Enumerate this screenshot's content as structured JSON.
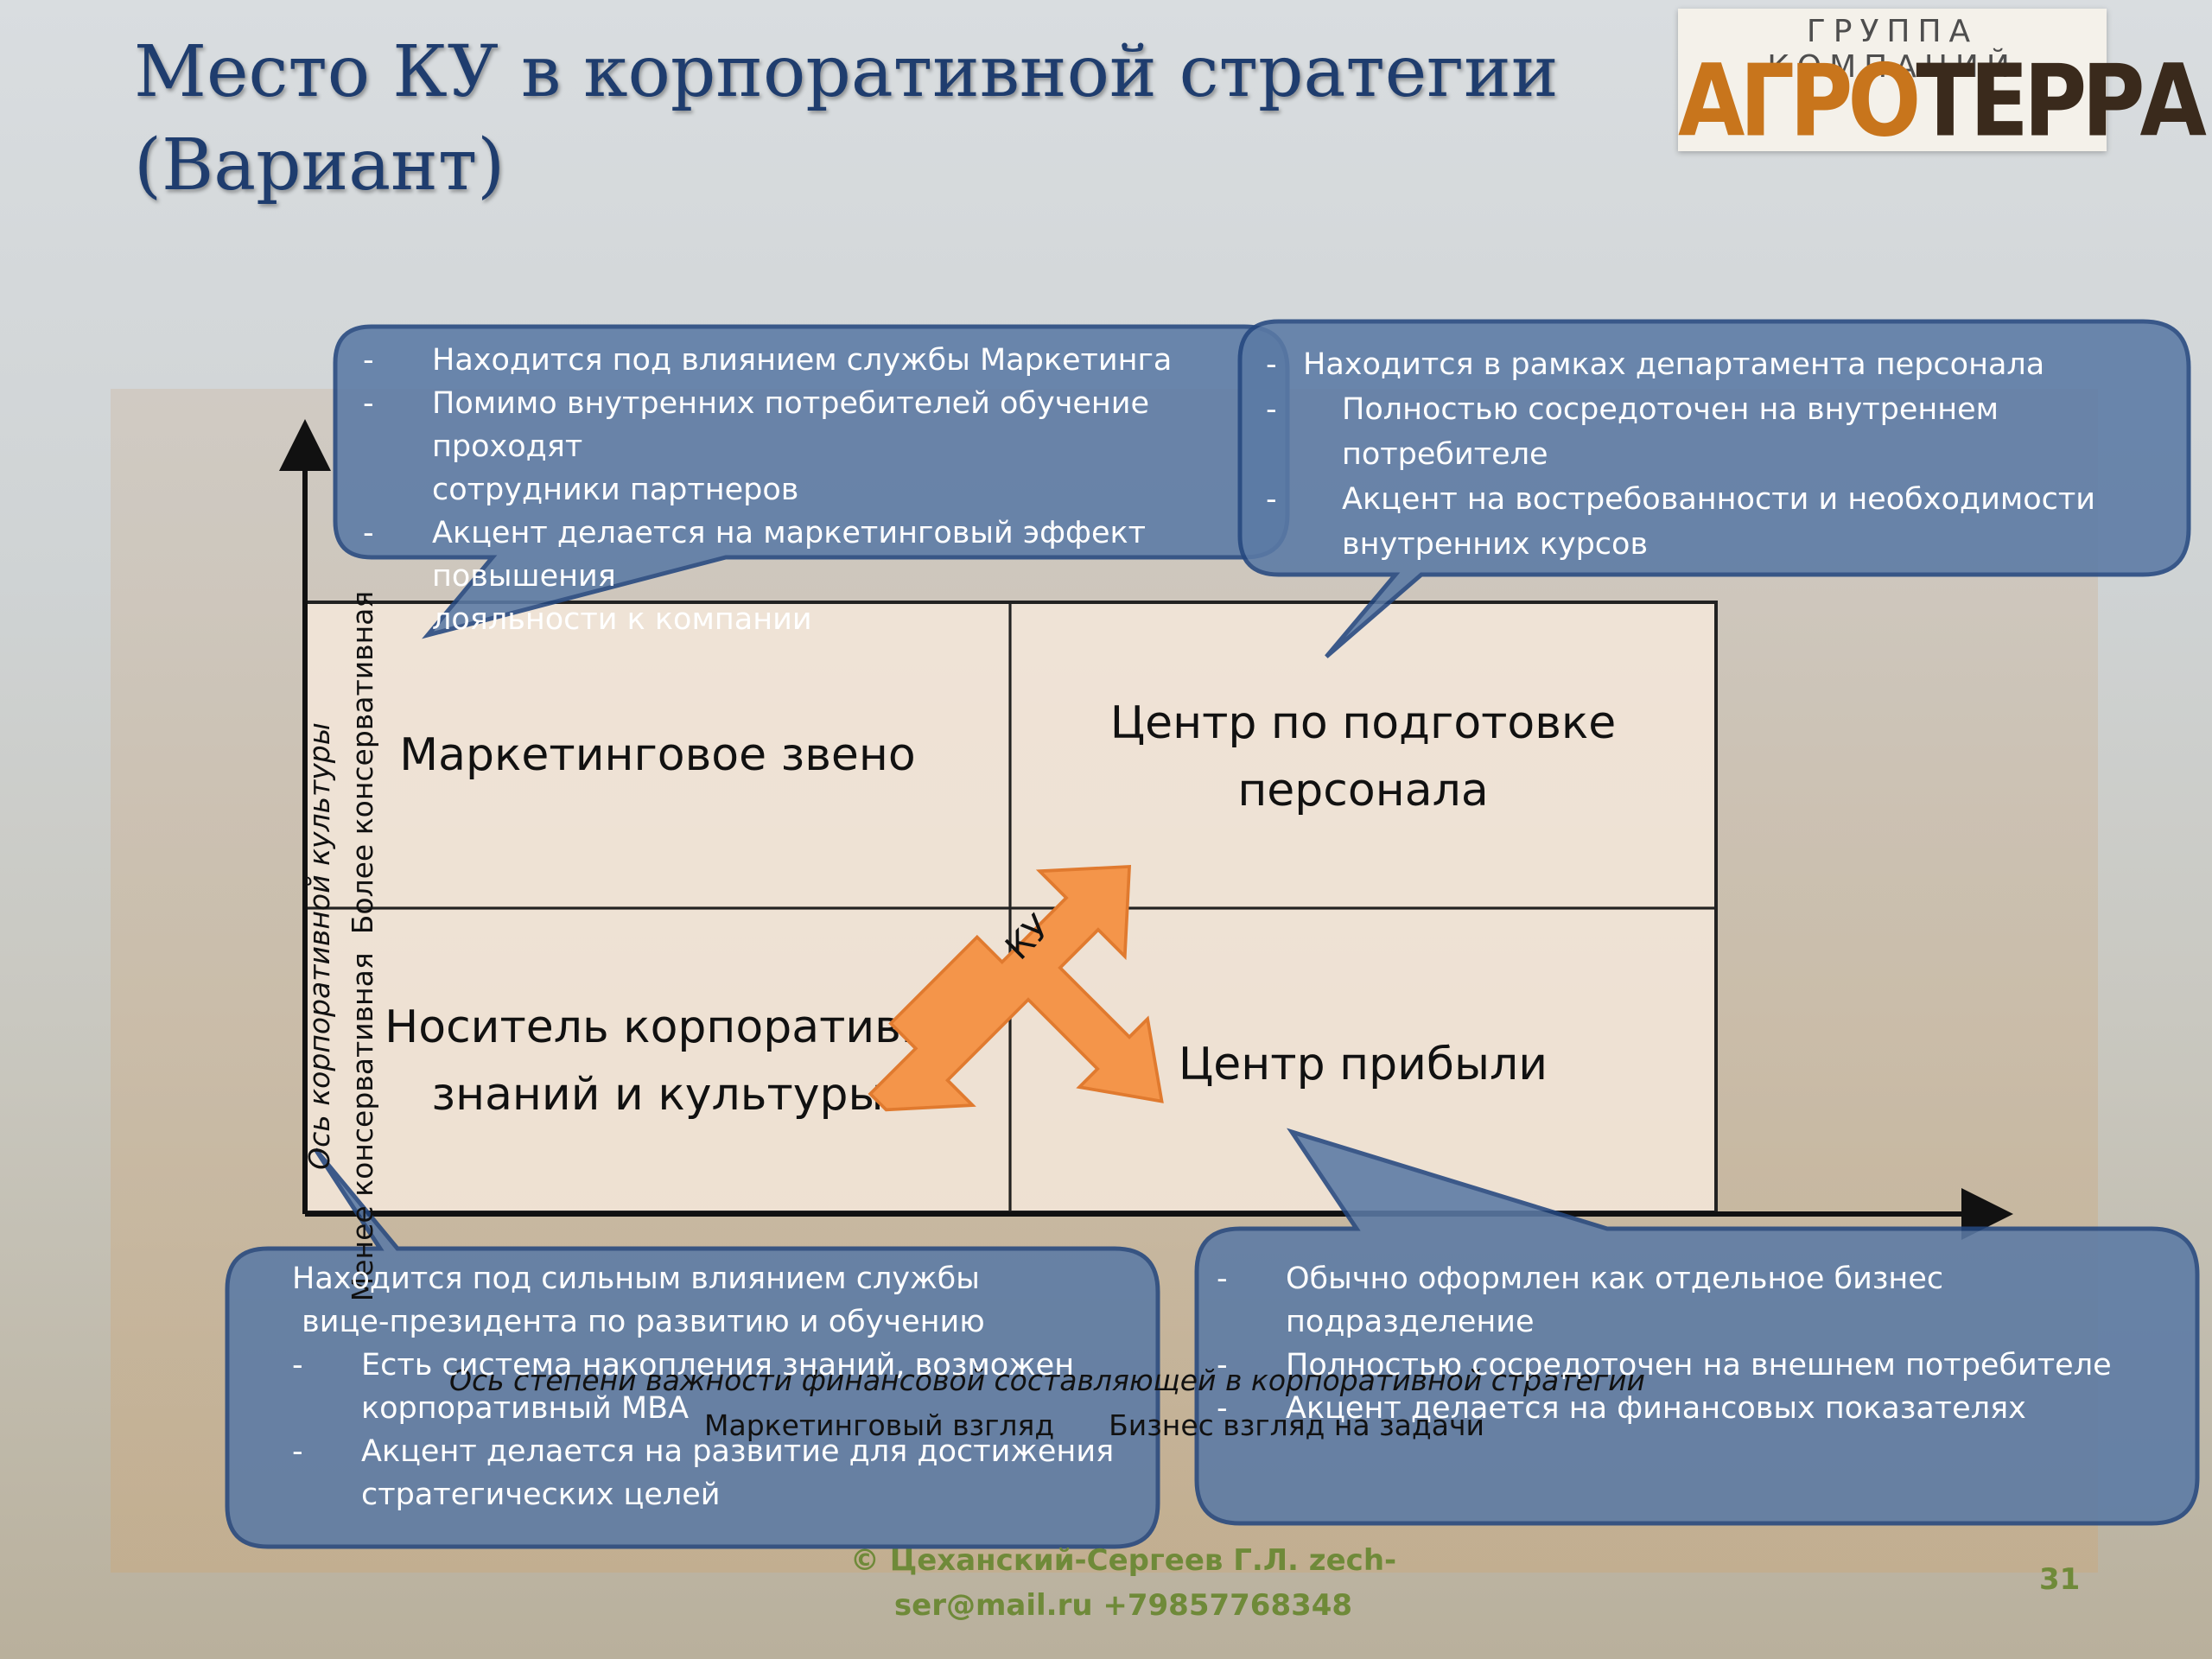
{
  "title": {
    "line1": "Место КУ в корпоративной стратегии",
    "line2": "(Вариант)"
  },
  "logo": {
    "top_text": "ГРУППА КОМПАНИЙ",
    "part1": "АГРО",
    "part2": "ТЕРРА"
  },
  "quadrants": {
    "top_left": "Маркетинговое звено",
    "top_right_line1": "Центр по подготовке",
    "top_right_line2": "персонала",
    "bottom_left_line1": "Носитель корпоративн",
    "bottom_left_line2": "знаний и культуры",
    "bottom_right": "Центр прибыли"
  },
  "arrow_label": "КУ",
  "y_axis": {
    "line1": "Ось корпоративной культуры",
    "line2": "Менее консервативная  Более консервативная"
  },
  "x_axis": {
    "line1": "Ось степени важности финансовой составляющей в корпоративной стратегии",
    "line2": "Маркетинговый взгляд      Бизнес взгляд на задачи"
  },
  "callouts": {
    "top_left": [
      {
        "dash": "-",
        "text": "Находится под влиянием службы Маркетинга"
      },
      {
        "dash": "-",
        "text": "Помимо внутренних потребителей обучение проходят"
      },
      {
        "dash": "",
        "text": "сотрудники партнеров"
      },
      {
        "dash": "-",
        "text": "Акцент делается на маркетинговый эффект повышения"
      },
      {
        "dash": "",
        "text": "лояльности к компании"
      }
    ],
    "top_right": [
      {
        "dash": "-",
        "text": "Находится в рамках департамента персонала"
      },
      {
        "dash": "-",
        "text": "Полностью сосредоточен на внутреннем"
      },
      {
        "dash": "",
        "text": "потребителе"
      },
      {
        "dash": "-",
        "text": "Акцент на востребованности и необходимости"
      },
      {
        "dash": "",
        "text": "внутренних курсов"
      }
    ],
    "bottom_left": [
      {
        "dash": "",
        "text": "Находится под сильным влиянием службы"
      },
      {
        "dash": "",
        "text": " вице-президента по развитию и обучению"
      },
      {
        "dash": "-",
        "text": "Есть система накопления знаний, возможен"
      },
      {
        "dash": "",
        "text": "корпоративный MBA"
      },
      {
        "dash": "-",
        "text": "Акцент делается на развитие для достижения"
      },
      {
        "dash": "",
        "text": "стратегических целей"
      }
    ],
    "bottom_right": [
      {
        "dash": "-",
        "text": "Обычно оформлен  как отдельное бизнес"
      },
      {
        "dash": "",
        "text": "подразделение"
      },
      {
        "dash": "-",
        "text": "Полностью сосредоточен на внешнем потребителе"
      },
      {
        "dash": "-",
        "text": "Акцент делается на финансовых показателях"
      }
    ]
  },
  "footer": {
    "line1": "© Цеханский-Сергеев Г.Л.  zech-",
    "line2": "ser@mail.ru +79857768348"
  },
  "page_number": "31",
  "colors": {
    "title": "#1f3d6e",
    "callout_fill": "#5b7aa5",
    "callout_border": "#24477f",
    "arrow": "#f4954a",
    "footer": "#6f8a39"
  }
}
